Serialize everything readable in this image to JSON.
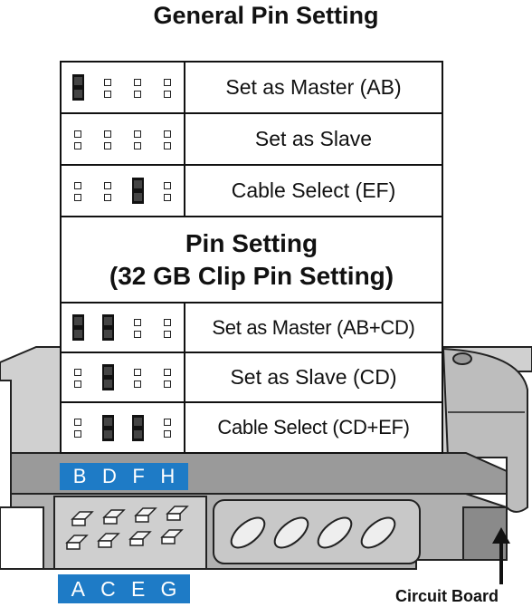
{
  "title": "General Pin Setting",
  "rows": [
    {
      "label": "Set as Master (AB)",
      "jumpers": [
        0
      ]
    },
    {
      "label": "Set as Slave",
      "jumpers": []
    },
    {
      "label": "Cable Select (EF)",
      "jumpers": [
        2
      ]
    }
  ],
  "clip_header": {
    "line1": "Pin Setting",
    "line2": "(32 GB Clip Pin Setting)"
  },
  "clip_rows": [
    {
      "label": "Set as Master (AB+CD)",
      "jumpers": [
        0,
        1
      ]
    },
    {
      "label": "Set as Slave (CD)",
      "jumpers": [
        1
      ]
    },
    {
      "label": "Cable Select (CD+EF)",
      "jumpers": [
        1,
        2
      ]
    }
  ],
  "top_letters": [
    "B",
    "D",
    "F",
    "H"
  ],
  "bottom_letters": [
    "A",
    "C",
    "E",
    "G"
  ],
  "circuit_board_label": "Circuit Board",
  "colors": {
    "accent": "#1e7bc6",
    "drive_light": "#d2d2d2",
    "drive_mid": "#b4b4b4",
    "drive_dark": "#8e8e8e"
  }
}
